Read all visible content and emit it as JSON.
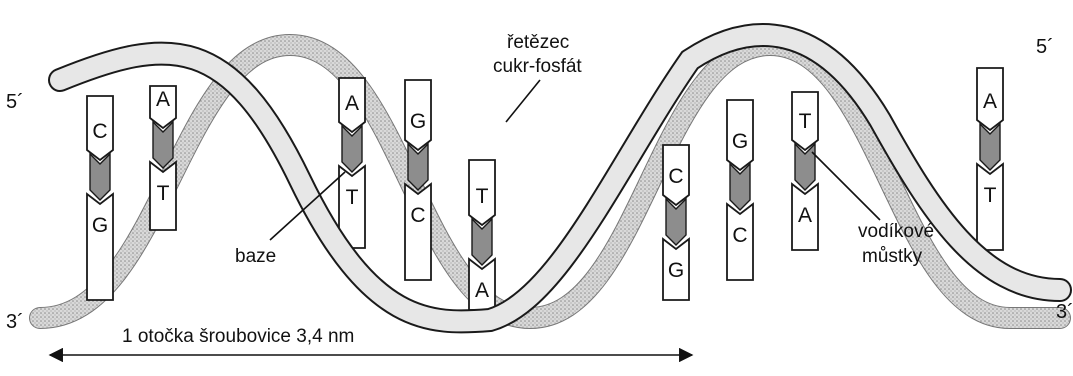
{
  "strand_labels": {
    "top_left": "5´",
    "bottom_left": "3´",
    "top_right": "5´",
    "bottom_right": "3´"
  },
  "annotations": {
    "backbone": {
      "line1": "řetězec",
      "line2": "cukr-fosfát"
    },
    "bases": "baze",
    "hydrogen_bonds": {
      "line1": "vodíkové",
      "line2": "můstky"
    },
    "turn_length": "1 otočka šroubovice 3,4 nm"
  },
  "base_pairs": [
    {
      "top": "C",
      "bottom": "G"
    },
    {
      "top": "A",
      "bottom": "T"
    },
    {
      "top": "A",
      "bottom": "T"
    },
    {
      "top": "G",
      "bottom": "C"
    },
    {
      "top": "T",
      "bottom": "A"
    },
    {
      "top": "C",
      "bottom": "G"
    },
    {
      "top": "G",
      "bottom": "C"
    },
    {
      "top": "T",
      "bottom": "A"
    },
    {
      "top": "A",
      "bottom": "T"
    }
  ],
  "colors": {
    "strand_fill": "#e7e7e7",
    "strand_shade": "#bdbdbd",
    "bond_fill": "#8d8d8d",
    "ink": "#111111"
  }
}
